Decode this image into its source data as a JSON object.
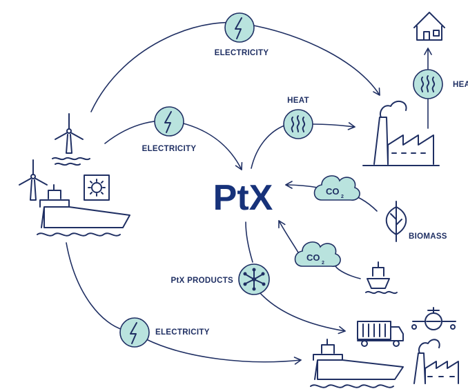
{
  "title": "PtX",
  "labels": {
    "electricity_top": "ELECTRICITY",
    "electricity_mid": "ELECTRICITY",
    "electricity_bottom": "ELECTRICITY",
    "heat_center": "HEAT",
    "heat_right": "HEA",
    "biomass": "BIOMASS",
    "ptx_products": "PtX PRODUCTS",
    "co2_upper": "CO",
    "co2_upper_sub": "2",
    "co2_lower": "CO",
    "co2_lower_sub": "2"
  },
  "colors": {
    "primary": "#1f2f63",
    "title": "#17327a",
    "bubble": "#b9e3de"
  },
  "icons": [
    "lightning-icon",
    "heat-waves-icon",
    "co2-cloud-icon",
    "network-icon",
    "house-icon",
    "factory-icon",
    "wind-turbine-icon",
    "solar-panel-icon",
    "ship-icon",
    "truck-icon",
    "airplane-icon",
    "leaf-icon"
  ]
}
